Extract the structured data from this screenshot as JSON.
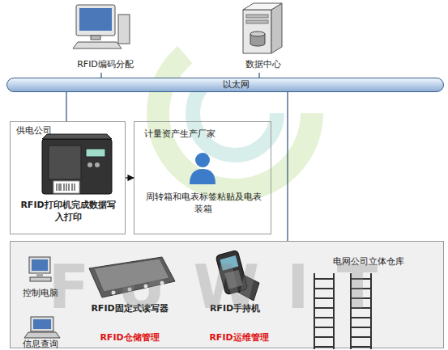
{
  "diagram": {
    "nodes": [
      {
        "text": [
          "RFID编码分配"
        ]
      },
      {
        "text": [
          "数据中心"
        ]
      },
      {
        "text": [
          "以太网"
        ]
      },
      {
        "text": [
          "供电公司",
          "RFID打印机完成数据写入打印"
        ]
      },
      {
        "text": [
          "计量资产生产厂家",
          "周转箱和电表标签粘贴及电表装箱"
        ]
      },
      {
        "text": [
          "电网公司立体仓库"
        ]
      }
    ],
    "edges": [
      {
        "from": 0,
        "to": 2,
        "arrow": "none"
      },
      {
        "from": 1,
        "to": 2,
        "arrow": "none"
      },
      {
        "from": 2,
        "to": 3,
        "arrow": "none"
      },
      {
        "from": 2,
        "to": 5,
        "arrow": "none"
      },
      {
        "from": 3,
        "to": 4,
        "arrow": "to"
      }
    ],
    "labels": [
      "控制电脑",
      "信息查询",
      "RFID固定式读写器",
      "RFID手持机",
      "RFID仓储管理",
      "RFID运维管理",
      "FUWIT"
    ]
  }
}
